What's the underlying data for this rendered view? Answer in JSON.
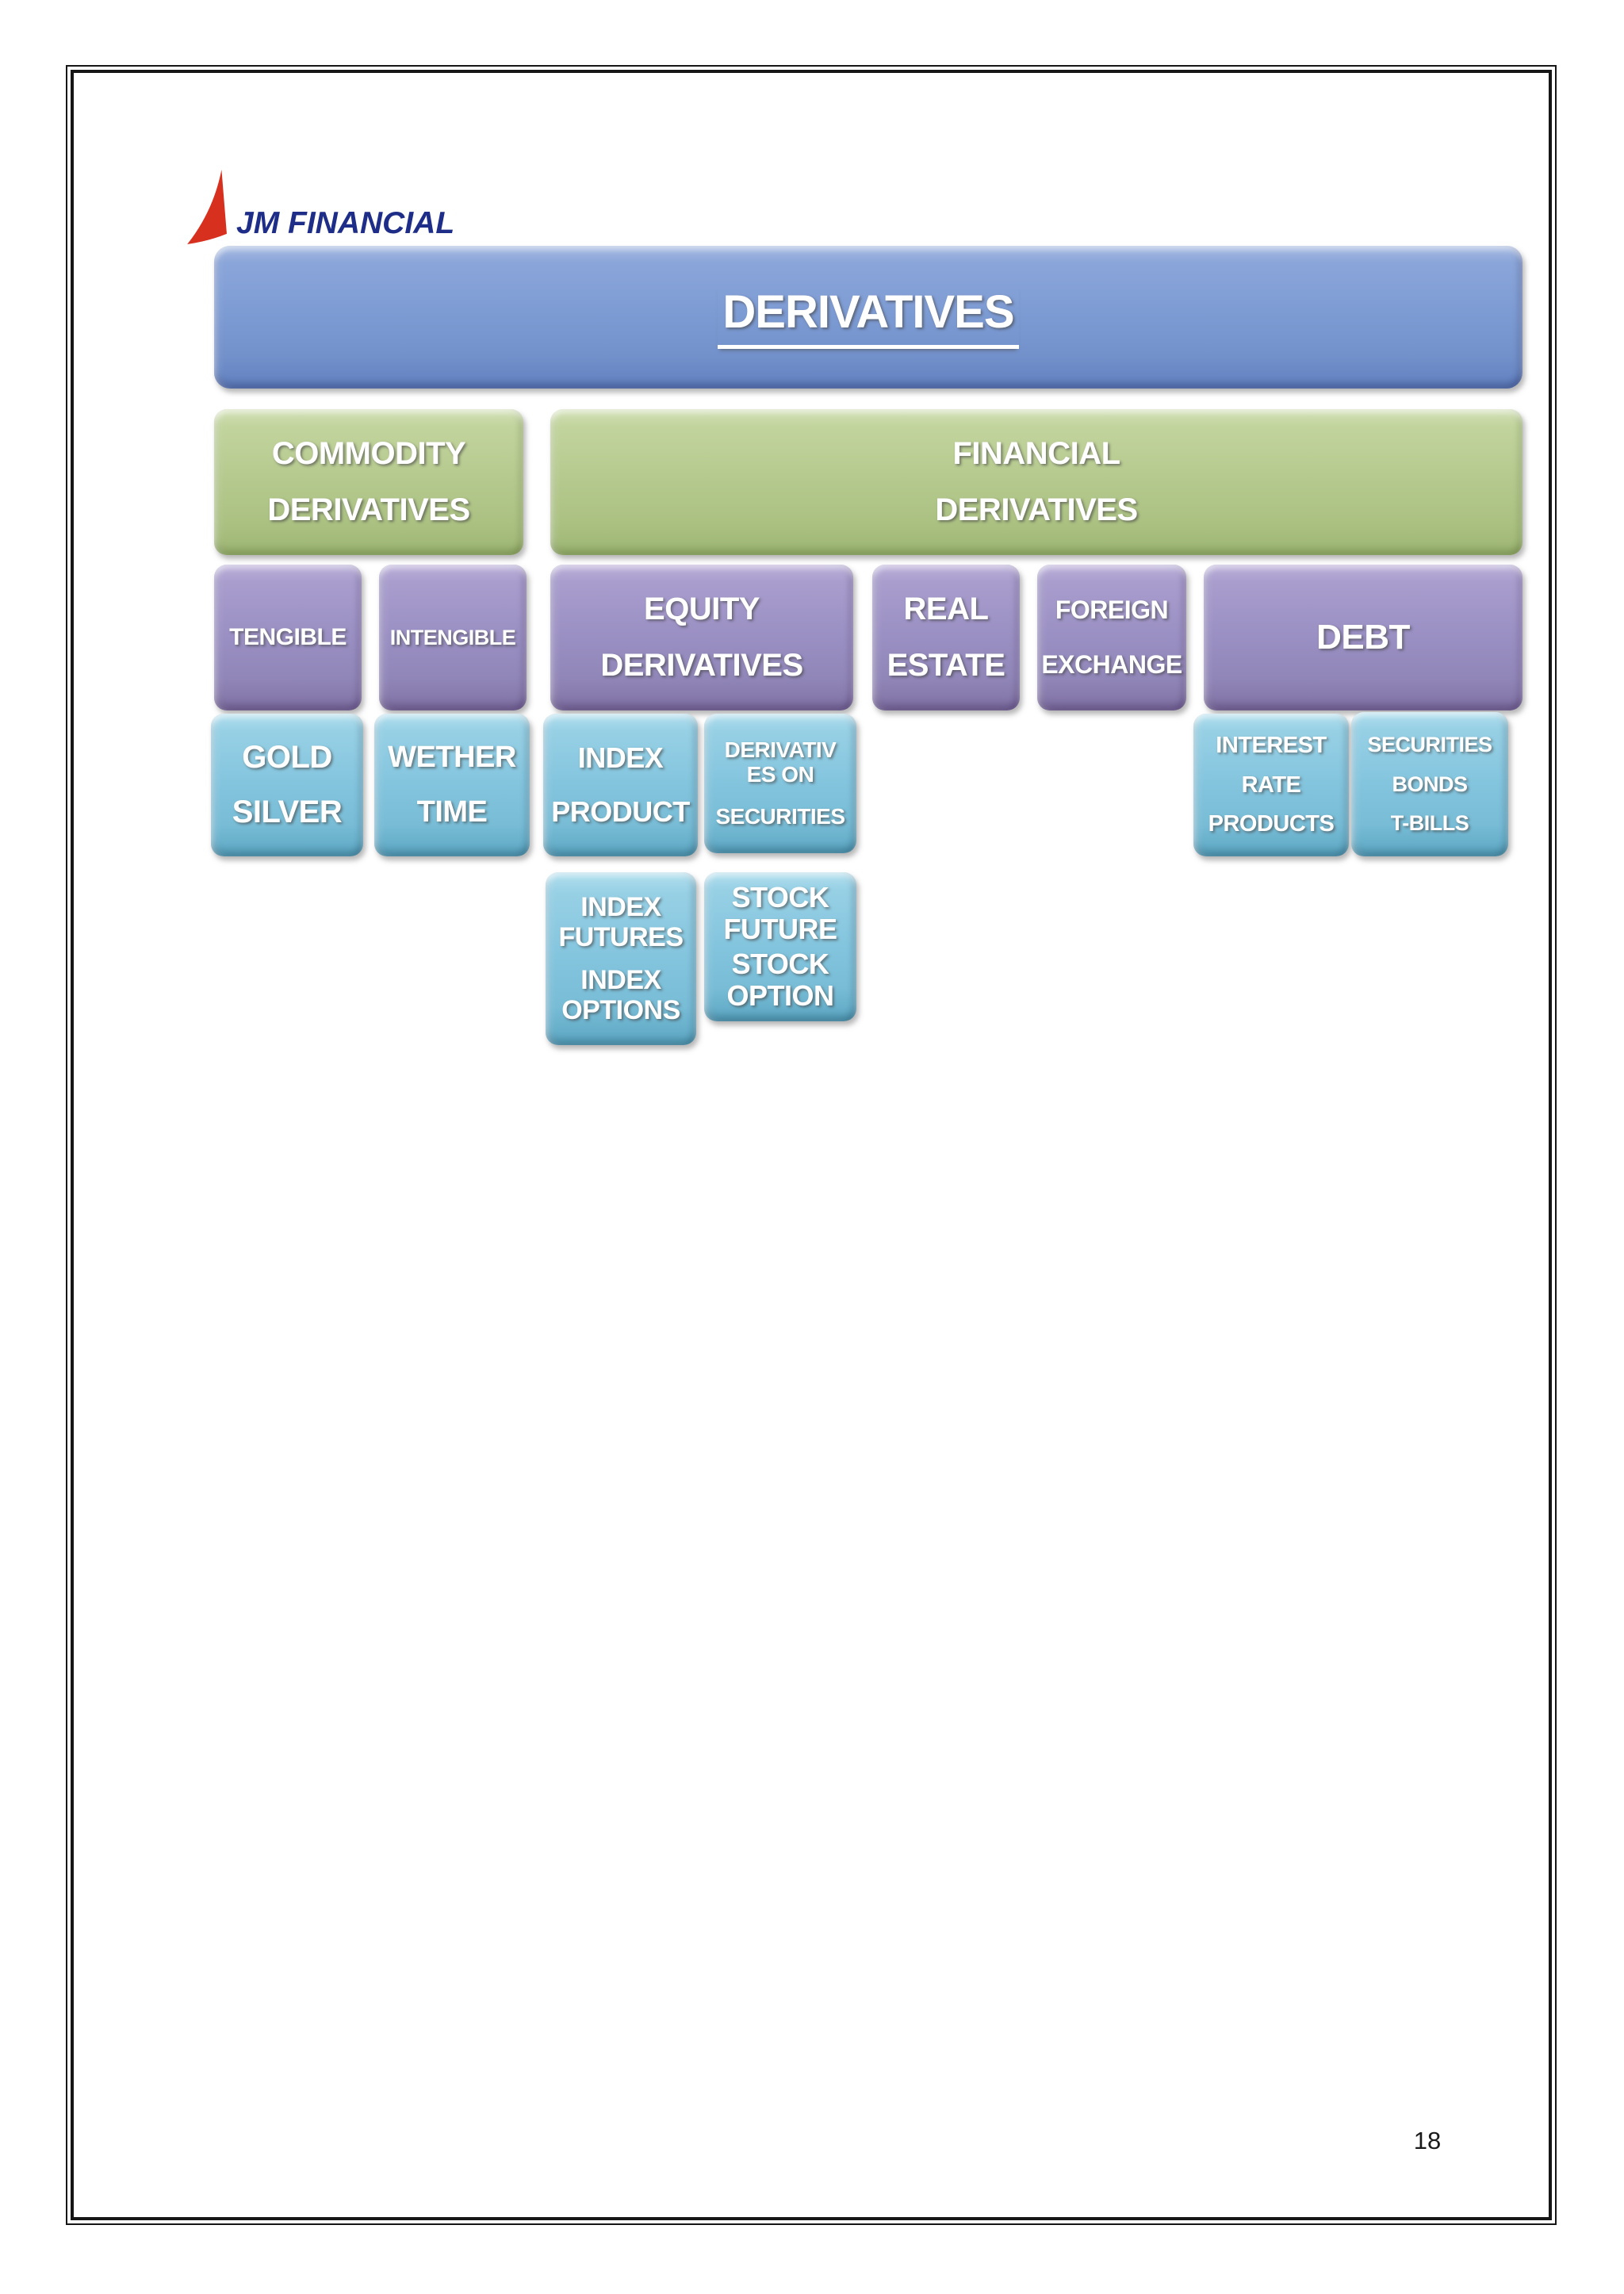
{
  "colors": {
    "banner_blue": "#7E9CD4",
    "group_green": "#B5C98E",
    "category_purple": "#9B90C3",
    "leaf_cyan": "#84C5DE",
    "logo_blue": "#1E2D87",
    "logo_red": "#D7301F",
    "node_text": "#FFFFFF",
    "border_black": "#161616"
  },
  "logo": {
    "brand": "JM FINANCIAL"
  },
  "diagram": {
    "title": "DERIVATIVES",
    "nodes": [
      {
        "id": "commodity-derivatives",
        "level": 1,
        "lines": [
          "COMMODITY",
          "DERIVATIVES"
        ]
      },
      {
        "id": "financial-derivatives",
        "level": 1,
        "lines": [
          "FINANCIAL",
          "DERIVATIVES"
        ]
      },
      {
        "id": "tengible",
        "level": 2,
        "lines": [
          "TENGIBLE"
        ]
      },
      {
        "id": "intengible",
        "level": 2,
        "lines": [
          "INTENGIBLE"
        ]
      },
      {
        "id": "equity-derivatives",
        "level": 2,
        "lines": [
          "EQUITY",
          "DERIVATIVES"
        ]
      },
      {
        "id": "real-estate",
        "level": 2,
        "lines": [
          "REAL",
          "ESTATE"
        ]
      },
      {
        "id": "foreign-exchange",
        "level": 2,
        "lines": [
          "FOREIGN",
          "EXCHANGE"
        ]
      },
      {
        "id": "debt",
        "level": 2,
        "lines": [
          "DEBT"
        ]
      },
      {
        "id": "gold-silver",
        "level": 3,
        "lines": [
          "GOLD",
          "SILVER"
        ]
      },
      {
        "id": "wether-time",
        "level": 3,
        "lines": [
          "WETHER",
          "TIME"
        ]
      },
      {
        "id": "index-product",
        "level": 3,
        "lines": [
          "INDEX",
          "PRODUCT"
        ]
      },
      {
        "id": "derivatives-on-securities",
        "level": 3,
        "lines": [
          "DERIVATIV",
          "ES ON",
          "SECURITIES"
        ]
      },
      {
        "id": "interest-rate-products",
        "level": 3,
        "lines": [
          "INTEREST",
          "RATE",
          "PRODUCTS"
        ]
      },
      {
        "id": "securities-bonds-tbills",
        "level": 3,
        "lines": [
          "SECURITIES",
          "BONDS",
          "T-BILLS"
        ]
      },
      {
        "id": "index-futures-options",
        "level": 4,
        "lines": [
          "INDEX",
          "FUTURES",
          "INDEX",
          "OPTIONS"
        ]
      },
      {
        "id": "stock-future-option",
        "level": 4,
        "lines": [
          "STOCK",
          "FUTURE",
          "STOCK",
          "OPTION"
        ]
      }
    ]
  },
  "page": {
    "number": "18"
  }
}
